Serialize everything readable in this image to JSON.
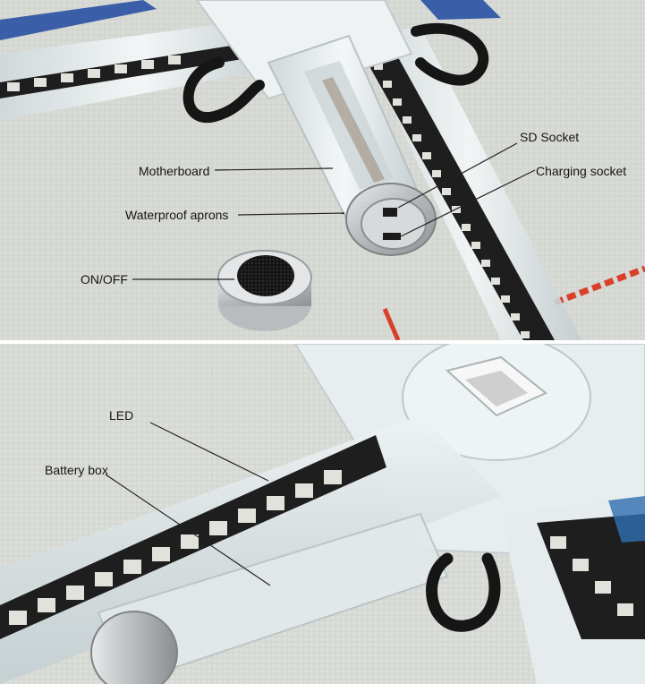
{
  "image": {
    "top_panel": {
      "labels": {
        "sd_socket": "SD Socket",
        "charging_socket": "Charging socket",
        "motherboard": "Motherboard",
        "waterproof_aprons": "Waterproof aprons",
        "on_off": "ON/OFF"
      }
    },
    "bottom_panel": {
      "labels": {
        "led": "LED",
        "battery_box": "Battery box"
      }
    },
    "colors": {
      "cloth_background": "#d9dcd6",
      "led_strip": "#1e1e1e",
      "led_chip": "#e2e2dc",
      "clear_plastic": "#e6ecee",
      "black_hook": "#161616",
      "red_stitch": "#d8402a",
      "blue_tube": "#3a5fa8",
      "metal_cap": "#b9bcbe"
    }
  }
}
